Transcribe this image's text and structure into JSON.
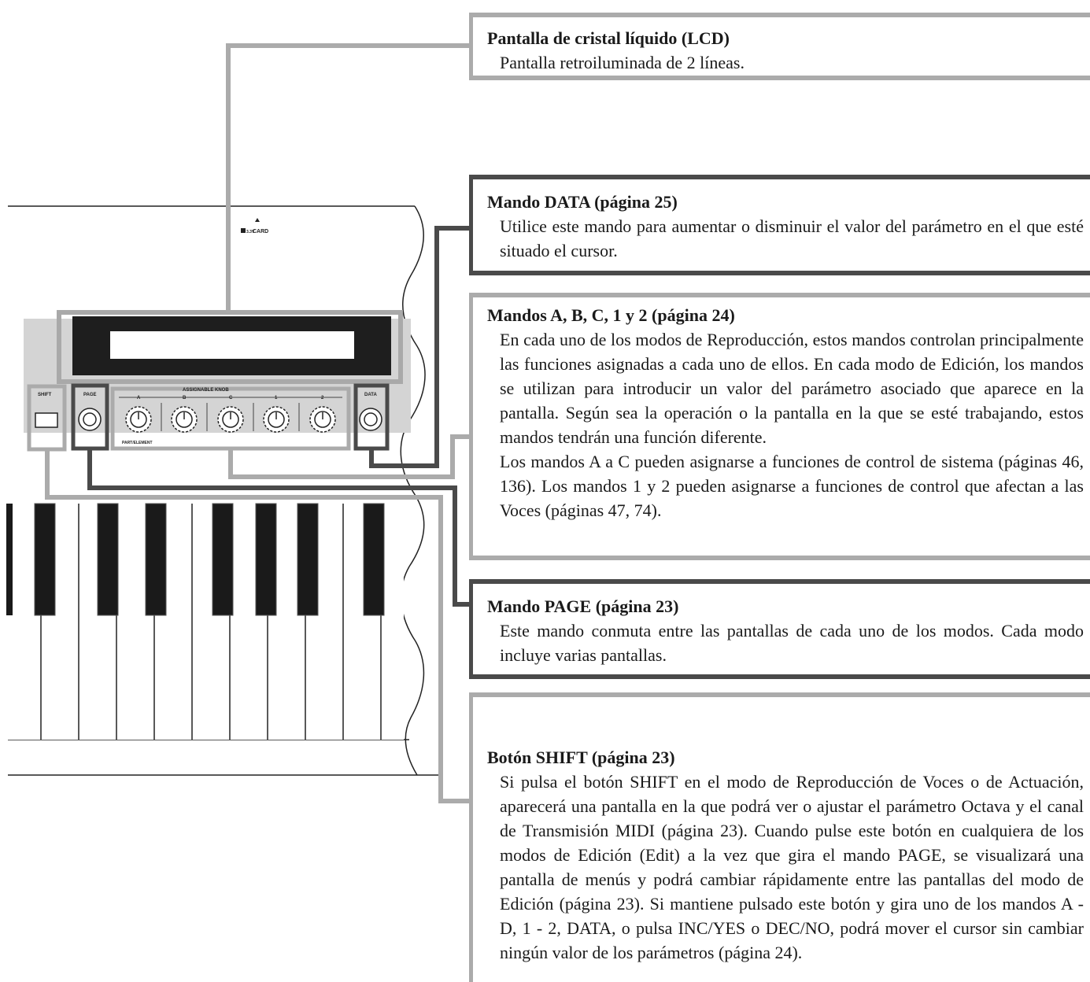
{
  "panel": {
    "card_label": "CARD",
    "card_voltage": "3.3V",
    "shift_label": "SHIFT",
    "page_label": "PAGE",
    "data_label": "DATA",
    "assignable_label": "ASSIGNABLE KNOB",
    "part_element_label": "PART/ELEMENT",
    "knob_labels": [
      "A",
      "B",
      "C",
      "1",
      "2"
    ]
  },
  "callouts": {
    "lcd": {
      "title": "Pantalla de cristal líquido (LCD)",
      "body": [
        "Pantalla retroiluminada de 2 líneas."
      ]
    },
    "data": {
      "title": "Mando DATA (página 25)",
      "body": [
        "Utilice este mando para aumentar o disminuir el valor del parámetro en el que esté situado el cursor."
      ]
    },
    "knobs": {
      "title": "Mandos A, B, C, 1 y 2 (página 24)",
      "body": [
        "En cada uno de los modos de Reproducción, estos mandos controlan principalmente las funciones asignadas a cada uno de ellos. En cada modo de Edición, los mandos se utilizan para introducir un valor del parámetro asociado que aparece en la pantalla. Según sea la operación o la pantalla en la que se esté trabajando, estos mandos tendrán una función diferente.",
        "Los mandos A a C pueden asignarse a funciones de control de sistema (páginas 46, 136). Los mandos 1 y 2 pueden asignarse a funciones de control que afectan a las Voces (páginas 47, 74)."
      ]
    },
    "page": {
      "title": "Mando PAGE (página 23)",
      "body": [
        "Este mando conmuta entre las pantallas de cada uno de los modos. Cada modo incluye varias pantallas."
      ]
    },
    "shift": {
      "title": "Botón SHIFT (página 23)",
      "body": [
        "Si pulsa el botón SHIFT en el modo de Reproducción de Voces o de Actuación, aparecerá una pantalla en la que podrá ver o ajustar el parámetro Octava y el canal de Transmisión MIDI (página 23). Cuando pulse este botón en cualquiera de los modos de Edición (Edit) a la vez que gira el mando PAGE, se visualizará una pantalla de menús y podrá cambiar rápidamente entre las pantallas del modo de Edición (página 23). Si mantiene pulsado este botón y gira uno de los mandos A - D, 1 - 2, DATA, o pulsa INC/YES o DEC/NO, podrá mover el cursor sin cambiar ningún valor de los parámetros (página 24)."
      ]
    }
  }
}
